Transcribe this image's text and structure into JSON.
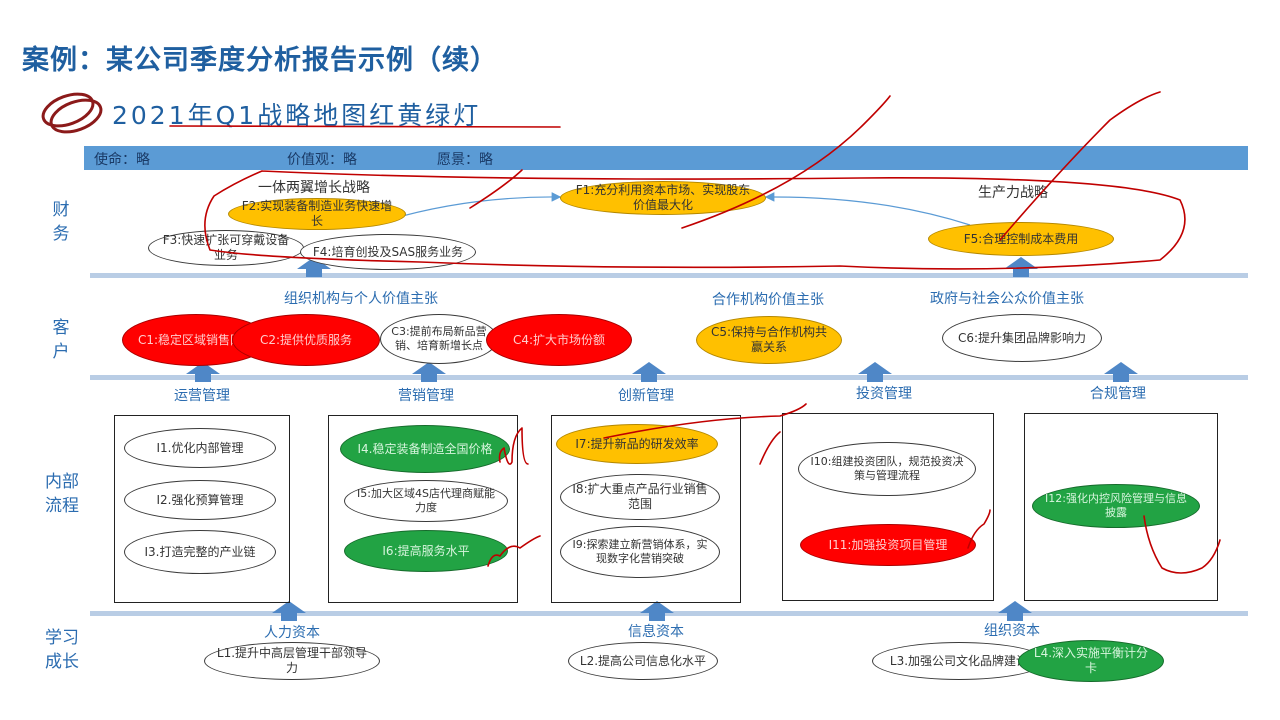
{
  "title": "案例：某公司季度分析报告示例（续）",
  "subtitle": "2021年Q1战略地图红黄绿灯",
  "bar": {
    "mission": "使命：略",
    "values": "价值观：略",
    "vision": "愿景：略"
  },
  "rows": {
    "finance": "财\n务",
    "customer": "客\n户",
    "internal": "内部\n流程",
    "learning": "学习\n成长"
  },
  "finance": {
    "strategy_left": "一体两翼增长战略",
    "strategy_right": "生产力战略",
    "f1": "F1:充分利用资本市场、实现股东价值最大化",
    "f2": "F2:实现装备制造业务快速增长",
    "f3": "F3:快速扩张可穿戴设备业务",
    "f4": "F4:培育创投及SAS服务业务",
    "f5": "F5:合理控制成本费用"
  },
  "customer": {
    "head1": "组织机构与个人价值主张",
    "head2": "合作机构价值主张",
    "head3": "政府与社会公众价值主张",
    "c1": "C1:稳定区域销售网络",
    "c2": "C2:提供优质服务",
    "c3": "C3:提前布局新品营销、培育新增长点",
    "c4": "C4:扩大市场份额",
    "c5": "C5:保持与合作机构共赢关系",
    "c6": "C6:提升集团品牌影响力"
  },
  "internal": {
    "head1": "运营管理",
    "head2": "营销管理",
    "head3": "创新管理",
    "head4": "投资管理",
    "head5": "合规管理",
    "i1": "I1.优化内部管理",
    "i2": "I2.强化预算管理",
    "i3": "I3.打造完整的产业链",
    "i4": "I4.稳定装备制造全国价格",
    "i5": "I5:加大区域4S店代理商赋能力度",
    "i6": "I6:提高服务水平",
    "i7": "I7:提升新品的研发效率",
    "i8": "I8:扩大重点产品行业销售范围",
    "i9": "I9:探索建立新营销体系，实现数字化营销突破",
    "i10": "I10:组建投资团队，规范投资决策与管理流程",
    "i11": "I11:加强投资项目管理",
    "i12": "I12:强化内控风险管理与信息披露"
  },
  "learning": {
    "head1": "人力资本",
    "head2": "信息资本",
    "head3": "组织资本",
    "l1": "L1.提升中高层管理干部领导力",
    "l2": "L2.提高公司信息化水平",
    "l3": "L3.加强公司文化品牌建设",
    "l4": "L4.深入实施平衡计分卡"
  },
  "colors": {
    "accent": "#1f5fa0",
    "bar": "#5b9bd5",
    "red": "#ff0000",
    "yellow": "#ffc000",
    "green": "#22a344",
    "ink": "#c00000"
  }
}
